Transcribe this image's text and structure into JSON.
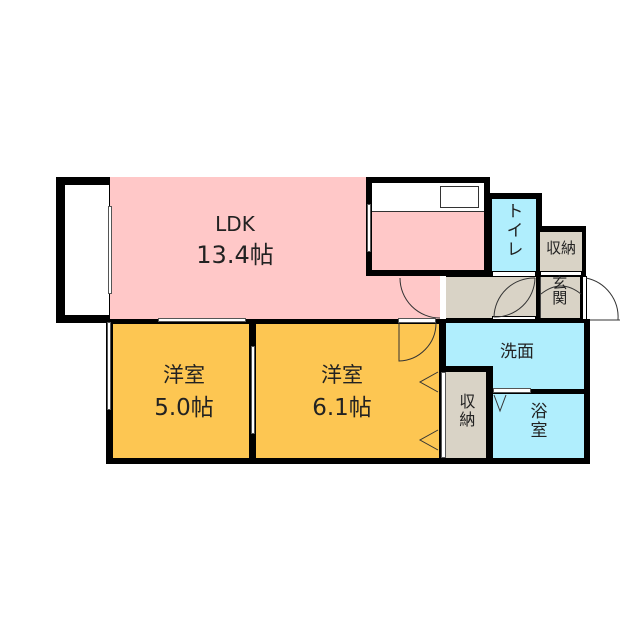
{
  "colors": {
    "ldk": "#ffc8c8",
    "western_room": "#fdc652",
    "wet_area": "#b0eefd",
    "storage": "#d9d3c6",
    "balcony": "#ffffff",
    "wall": "#000000"
  },
  "rooms": {
    "ldk": {
      "name": "LDK",
      "size": "13.4帖"
    },
    "western_room_1": {
      "name": "洋室",
      "size": "5.0帖"
    },
    "western_room_2": {
      "name": "洋室",
      "size": "6.1帖"
    },
    "toilet": {
      "name": "トイレ"
    },
    "storage_entry": {
      "name": "収納"
    },
    "entrance": {
      "name": "玄関"
    },
    "washroom": {
      "name": "洗面"
    },
    "bath": {
      "name": "浴室"
    },
    "storage_hall": {
      "name": "収納"
    }
  }
}
